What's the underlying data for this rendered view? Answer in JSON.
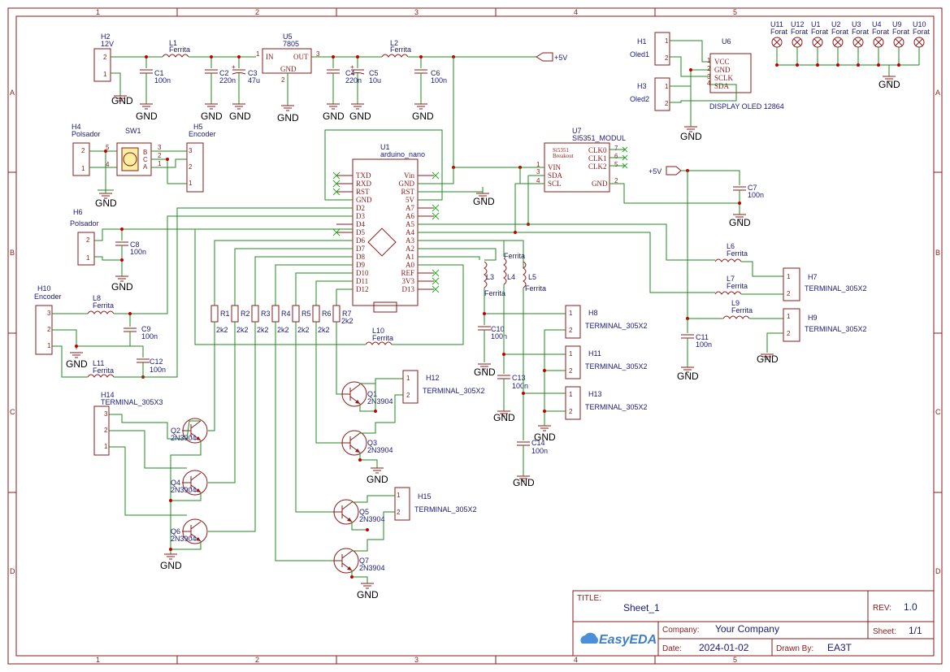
{
  "border": {
    "columns": [
      "1",
      "2",
      "3",
      "4",
      "5"
    ],
    "rows": [
      "A",
      "B",
      "C",
      "D"
    ]
  },
  "title_block": {
    "title_label": "TITLE:",
    "title": "Sheet_1",
    "rev_label": "REV:",
    "rev": "1.0",
    "company_label": "Company:",
    "company": "Your Company",
    "sheet_label": "Sheet:",
    "sheet": "1/1",
    "date_label": "Date:",
    "date": "2024-01-02",
    "drawn_label": "Drawn By:",
    "drawn": "EA3T",
    "logo_text": "EasyEDA"
  },
  "power": {
    "gnd": "GND",
    "vcc": "+5V"
  },
  "parts": {
    "H2": {
      "ref": "H2",
      "value": "12V"
    },
    "L1": {
      "ref": "L1",
      "value": "Ferrita"
    },
    "U5": {
      "ref": "U5",
      "value": "7805",
      "pin_in": "IN",
      "pin_out": "OUT",
      "pin_gnd": "GND",
      "n1": "1",
      "n2": "2",
      "n3": "3"
    },
    "L2": {
      "ref": "L2",
      "value": "Ferrita"
    },
    "C1": {
      "ref": "C1",
      "value": "100n"
    },
    "C2": {
      "ref": "C2",
      "value": "220n"
    },
    "C3": {
      "ref": "C3",
      "value": "47u"
    },
    "C4": {
      "ref": "C4",
      "value": "220n"
    },
    "C5": {
      "ref": "C5",
      "value": "10u"
    },
    "C6": {
      "ref": "C6",
      "value": "100n"
    },
    "H1": {
      "ref": "H1",
      "value": "Oled1"
    },
    "H3": {
      "ref": "H3",
      "value": "Oled2"
    },
    "U6": {
      "ref": "U6",
      "value": "DISPLAY OLED 12864",
      "pins": [
        "VCC",
        "GND",
        "SCLK",
        "SDA"
      ]
    },
    "H4": {
      "ref": "H4",
      "value": "Polsador"
    },
    "SW1": {
      "ref": "SW1"
    },
    "H5": {
      "ref": "H5",
      "value": "Encoder"
    },
    "U1": {
      "ref": "U1",
      "value": "arduino_nano",
      "left_pins": [
        "TXD",
        "RXD",
        "RST",
        "GND",
        "D2",
        "D3",
        "D4",
        "D5",
        "D6",
        "D7",
        "D8",
        "D9",
        "D10",
        "D11",
        "D12"
      ],
      "right_pins": [
        "Vin",
        "GND",
        "RST",
        "5V",
        "A7",
        "A6",
        "A5",
        "A4",
        "A3",
        "A2",
        "A1",
        "A0",
        "REF",
        "3V3",
        "D13"
      ]
    },
    "U7": {
      "ref": "U7",
      "value": "SI5351_MODUL",
      "sub1": "Si5351",
      "sub2": "Breakout",
      "pins_left": [
        "VIN",
        "SDA",
        "SCL"
      ],
      "pins_right": [
        "CLK0",
        "CLK1",
        "CLK2",
        "GND"
      ],
      "nums_left": [
        "1",
        "3",
        "4"
      ],
      "nums_right": [
        "7",
        "6",
        "5",
        "2"
      ]
    },
    "C7": {
      "ref": "C7",
      "value": "100n"
    },
    "H6": {
      "ref": "H6",
      "value": "Polsador"
    },
    "C8": {
      "ref": "C8",
      "value": "100n"
    },
    "H10": {
      "ref": "H10",
      "value": "Encoder"
    },
    "L8": {
      "ref": "L8",
      "value": "Ferrita"
    },
    "C9": {
      "ref": "C9",
      "value": "100n"
    },
    "L11": {
      "ref": "L11",
      "value": "Ferrita"
    },
    "C12": {
      "ref": "C12",
      "value": "100n"
    },
    "L10": {
      "ref": "L10",
      "value": "Ferrita"
    },
    "L3": {
      "ref": "L3",
      "value": "Ferrita"
    },
    "L4": {
      "ref": "L4",
      "value": "Ferrita"
    },
    "L5": {
      "ref": "L5",
      "value": "Ferrita"
    },
    "C10": {
      "ref": "C10",
      "value": "100n"
    },
    "C13": {
      "ref": "C13",
      "value": "100n"
    },
    "C14": {
      "ref": "C14",
      "value": "100n"
    },
    "H8": {
      "ref": "H8",
      "value": "TERMINAL_305X2"
    },
    "H11": {
      "ref": "H11",
      "value": "TERMINAL_305X2"
    },
    "H13": {
      "ref": "H13",
      "value": "TERMINAL_305X2"
    },
    "L6": {
      "ref": "L6",
      "value": "Ferrita"
    },
    "L7": {
      "ref": "L7",
      "value": "Ferrita"
    },
    "L9": {
      "ref": "L9",
      "value": "Ferrita"
    },
    "H7": {
      "ref": "H7",
      "value": "TERMINAL_305X2"
    },
    "H9": {
      "ref": "H9",
      "value": "TERMINAL_305X2"
    },
    "C11": {
      "ref": "C11",
      "value": "100n"
    },
    "R": [
      {
        "ref": "R1",
        "value": "2k2"
      },
      {
        "ref": "R2",
        "value": "2k2"
      },
      {
        "ref": "R3",
        "value": "2k2"
      },
      {
        "ref": "R4",
        "value": "2k2"
      },
      {
        "ref": "R5",
        "value": "2k2"
      },
      {
        "ref": "R6",
        "value": "2k2"
      },
      {
        "ref": "R7",
        "value": "2k2"
      }
    ],
    "Q1": {
      "ref": "Q1",
      "value": "2N3904"
    },
    "Q2": {
      "ref": "Q2",
      "value": "2N3904"
    },
    "Q3": {
      "ref": "Q3",
      "value": "2N3904"
    },
    "Q4": {
      "ref": "Q4",
      "value": "2N3904"
    },
    "Q5": {
      "ref": "Q5",
      "value": "2N3904"
    },
    "Q6": {
      "ref": "Q6",
      "value": "2N3904"
    },
    "Q7": {
      "ref": "Q7",
      "value": "2N3904"
    },
    "H12": {
      "ref": "H12",
      "value": "TERMINAL_305X2"
    },
    "H14": {
      "ref": "H14",
      "value": "TERMINAL_305X3"
    },
    "H15": {
      "ref": "H15",
      "value": "TERMINAL_305X2"
    },
    "holes": [
      {
        "ref": "U11",
        "value": "Forat"
      },
      {
        "ref": "U12",
        "value": "Forat"
      },
      {
        "ref": "U1",
        "value": "Forat"
      },
      {
        "ref": "U2",
        "value": "Forat"
      },
      {
        "ref": "U3",
        "value": "Forat"
      },
      {
        "ref": "U4",
        "value": "Forat"
      },
      {
        "ref": "U9",
        "value": "Forat"
      },
      {
        "ref": "U10",
        "value": "Forat"
      }
    ]
  }
}
